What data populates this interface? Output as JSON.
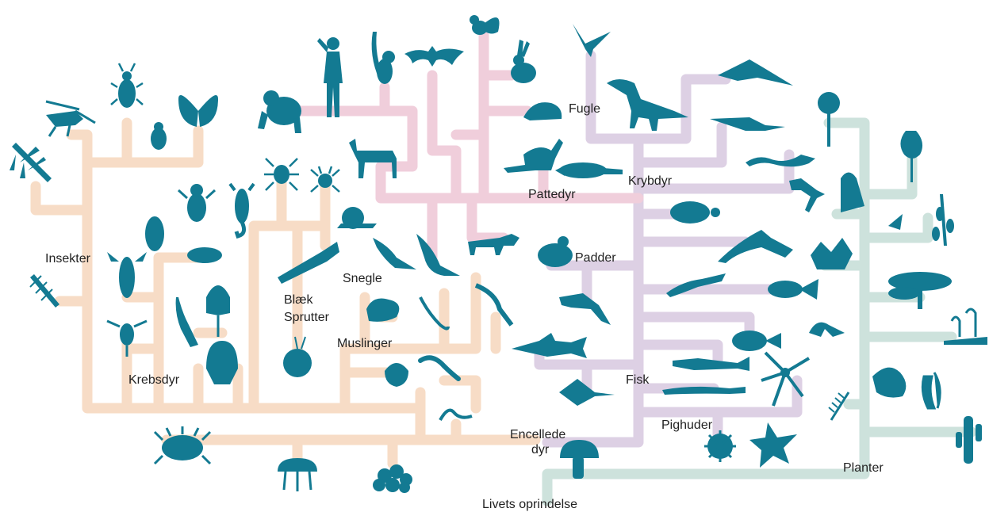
{
  "colors": {
    "animals_branch": "#f0cedb",
    "invertebrates_branch": "#f7dcc6",
    "vertebrates_branch": "#ddd0e4",
    "plants_branch": "#cde2dc",
    "organism_silhouettes": "#137a92",
    "label_text": "#222222"
  },
  "labels": {
    "insekter": "Insekter",
    "krebsdyr": "Krebsdyr",
    "blaek": "Blæk",
    "sprutter": "Sprutter",
    "snegle": "Snegle",
    "muslinger": "Muslinger",
    "fugle": "Fugle",
    "pattedyr": "Pattedyr",
    "krybdyr": "Krybdyr",
    "padder": "Padder",
    "fisk": "Fisk",
    "pighuder": "Pighuder",
    "encellede": "Encellede",
    "dyr": "dyr",
    "planter": "Planter",
    "livets_oprindelse": "Livets oprindelse"
  },
  "organisms": [
    "human-icon",
    "monkey-icon",
    "lemur-icon",
    "bat-icon",
    "squirrel-icon",
    "rabbit-icon",
    "hedgehog-icon",
    "horse-icon",
    "kangaroo-icon",
    "platypus-icon",
    "fox-icon",
    "dolphin-icon",
    "bird-icon",
    "trex-icon",
    "pterosaur-icon",
    "crocodile-icon",
    "snake-icon",
    "lizard-icon",
    "turtle-icon",
    "ichthyosaur-icon",
    "frog-icon",
    "salamander-icon",
    "shark-icon",
    "ray-icon",
    "eel-icon",
    "fish-icon",
    "flatfish-icon",
    "sturgeon-icon",
    "newt-icon",
    "brittle-star-icon",
    "starfish-icon",
    "sea-urchin-icon",
    "mushroom-icon",
    "grasshopper-icon",
    "beetle-icon",
    "butterfly-icon",
    "fly-icon",
    "dragonfly-icon",
    "wasp-icon",
    "centipede-icon",
    "scorpion-icon",
    "spider-icon",
    "mite-icon",
    "woodlouse-icon",
    "isopod-icon",
    "lobster-icon",
    "copepod-icon",
    "horseshoe-crab-icon",
    "trilobite-icon",
    "barnacle-icon",
    "squid-icon",
    "snail-icon",
    "nautilus-icon",
    "sea-slug-icon",
    "scallop-icon",
    "worm-icon",
    "millipede-icon",
    "sea-anemone-icon",
    "jellyfish-icon",
    "sponge-icon",
    "protozoan-icon",
    "flower-icon",
    "tulip-icon",
    "lily-icon",
    "small-flower-icon",
    "wheat-icon",
    "water-lily-icon",
    "tree-icon",
    "moss-icon",
    "fern-icon",
    "seaweed-icon",
    "kelp-icon",
    "cactus-icon",
    "algae-icon"
  ]
}
